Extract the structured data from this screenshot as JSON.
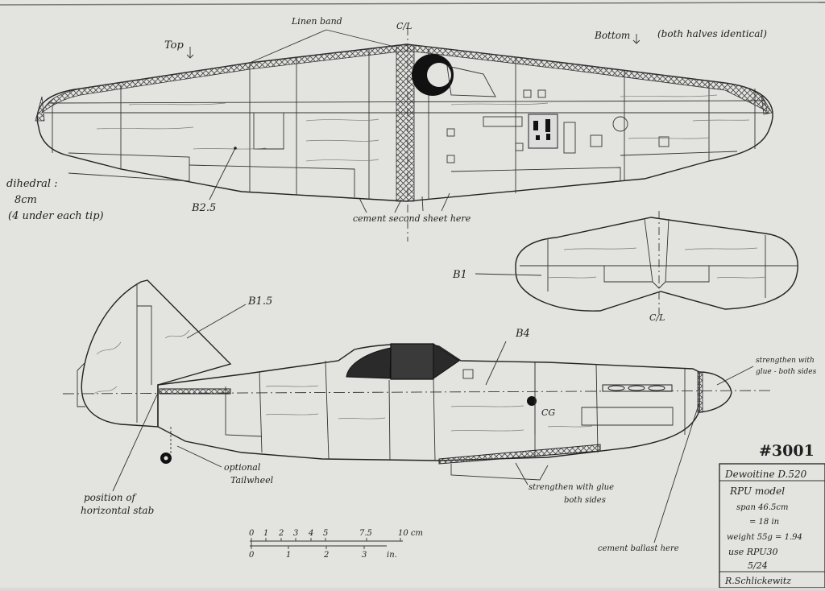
{
  "labels": {
    "top": "Top",
    "linen_band": "Linen band",
    "cl_top": "C/L",
    "bottom": "Bottom",
    "both_halves": "(both halves identical)",
    "dihedral_1": "dihedral :",
    "dihedral_2": "8cm",
    "dihedral_3": "(4 under each tip)",
    "b25": "B2.5",
    "cement_second": "cement second sheet here",
    "b1": "B1",
    "cl_bottom": "C/L",
    "b15": "B1.5",
    "b4": "B4",
    "cg": "CG",
    "strengthen_nose_1": "strengthen with",
    "strengthen_nose_2": "glue - both sides",
    "optional_1": "optional",
    "optional_2": "Tailwheel",
    "position_1": "position of",
    "position_2": "horizontal stab",
    "strengthen_belly_1": "strengthen with glue",
    "strengthen_belly_2": "both sides",
    "cement_ballast": "cement ballast here",
    "plan_number": "#3001"
  },
  "scale": {
    "cm_ticks": [
      "0",
      "1",
      "2",
      "3",
      "4",
      "5",
      "7.5",
      "10 cm"
    ],
    "in_ticks": [
      "0",
      "1",
      "2",
      "3",
      "in."
    ]
  },
  "title_block": {
    "name": "Dewoitine D.520",
    "type": "RPU model",
    "span_cm": "span 46.5cm",
    "span_in": "= 18 in",
    "weight": "weight 55g = 1.94",
    "motor": "use RPU30",
    "date": "5/24",
    "designer": "R.Schlickewitz"
  }
}
